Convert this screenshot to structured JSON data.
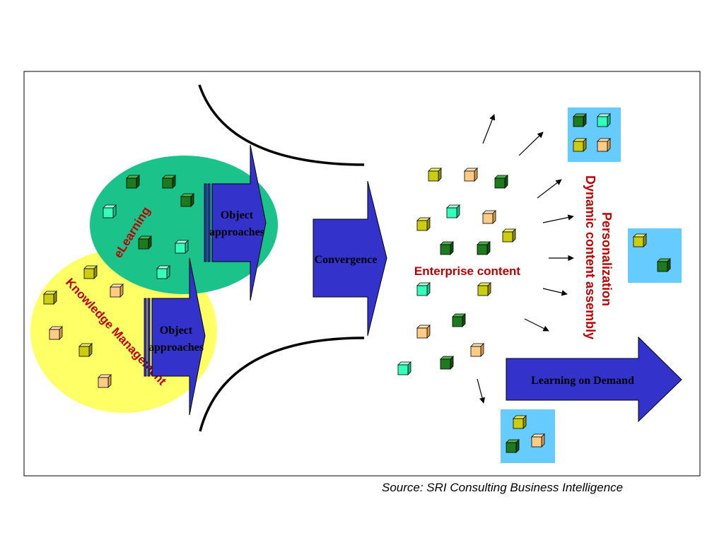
{
  "labels": {
    "elearning": "eLearning",
    "knowledge_management": "Knowledge Management",
    "object_approaches_line1": "Object",
    "object_approaches_line2": "approaches",
    "convergence": "Convergence",
    "enterprise_content": "Enterprise content",
    "personalization": "Personalization",
    "dynamic_content_assembly": "Dynamic content assembly",
    "learning_on_demand": "Learning on Demand"
  },
  "source": "Source: SRI Consulting Business Intelligence",
  "colors": {
    "elearning_ellipse": "#1bc28a",
    "knowledge_ellipse": "#ffff66",
    "arrow_fill": "#3333cc",
    "output_box": "#66ccff",
    "label_red": "#c00000",
    "cube_dark_green": "#1e7a1e",
    "cube_mint": "#33ffbb",
    "cube_olive": "#cccc11",
    "cube_peach": "#ffcc88"
  }
}
